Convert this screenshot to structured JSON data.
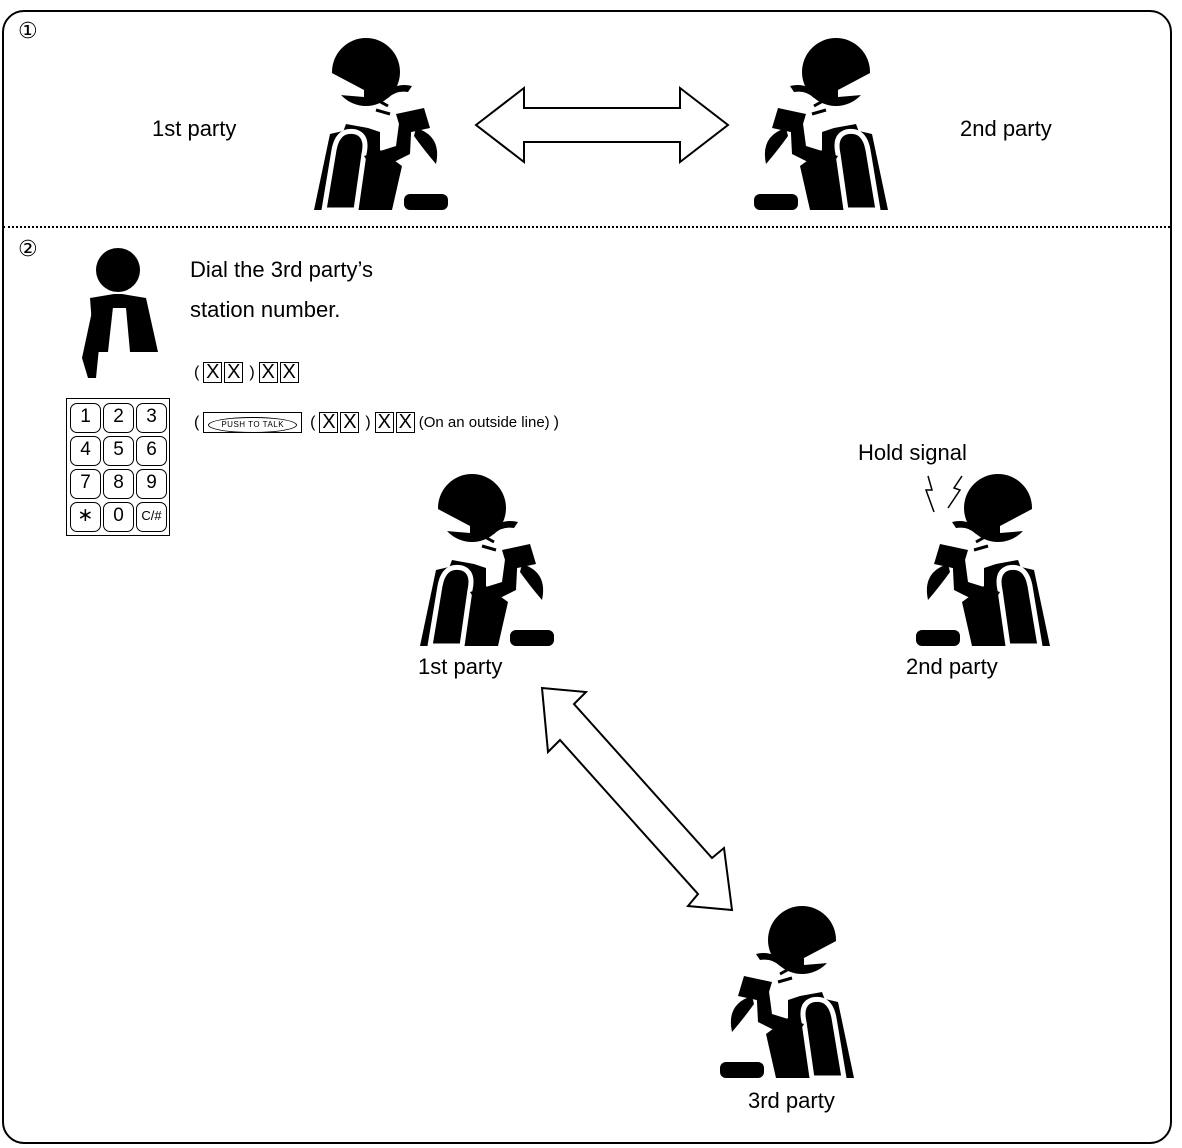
{
  "steps": {
    "step1": "①",
    "step2": "②"
  },
  "section1": {
    "left_label": "1st party",
    "right_label": "2nd party"
  },
  "section2": {
    "instruction_line1": "Dial the 3rd party’s",
    "instruction_line2": "station number.",
    "key_symbol": "X",
    "push_to_talk_label": "PUSH TO TALK",
    "outside_line_note": "(On an outside line)",
    "keypad_keys": [
      "1",
      "2",
      "3",
      "4",
      "5",
      "6",
      "7",
      "8",
      "9",
      "∗",
      "0",
      "C/#"
    ],
    "hold_signal": "Hold signal",
    "party1_label": "1st party",
    "party2_label": "2nd party",
    "party3_label": "3rd party"
  },
  "icons": {
    "talking_person": "person-talking-on-phone-icon",
    "caller": "person-icon",
    "keypad": "keypad-icon",
    "arrow": "double-arrow-icon"
  }
}
